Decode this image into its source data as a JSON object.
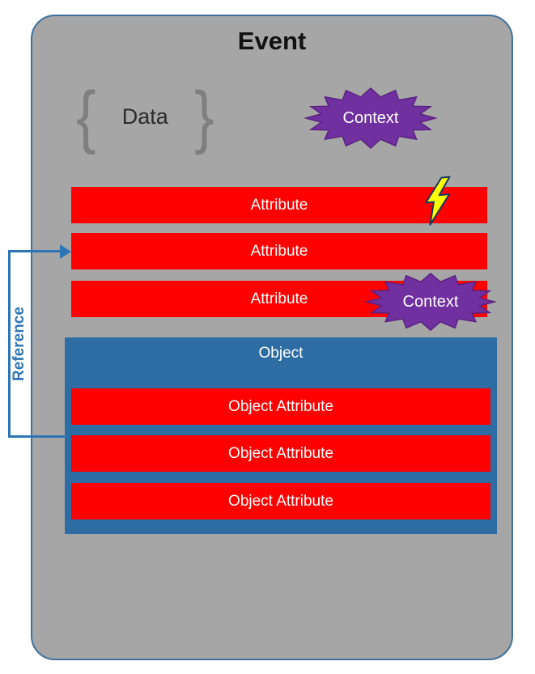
{
  "colors": {
    "event_background": "#a6a6a6",
    "event_border": "#41719c",
    "attribute_red": "#fe0000",
    "object_blue": "#2e6ca4",
    "context_purple": "#7030a0",
    "reference_blue": "#2e75b6",
    "lightning_yellow": "#ffff00"
  },
  "event": {
    "title": "Event",
    "data_label": "Data",
    "brace_left": "{",
    "brace_right": "}"
  },
  "context_badges": [
    {
      "label": "Context"
    },
    {
      "label": "Context"
    }
  ],
  "attributes": [
    {
      "label": "Attribute"
    },
    {
      "label": "Attribute"
    },
    {
      "label": "Attribute"
    }
  ],
  "object": {
    "title": "Object",
    "attributes": [
      {
        "label": "Object Attribute"
      },
      {
        "label": "Object Attribute"
      },
      {
        "label": "Object Attribute"
      }
    ]
  },
  "reference": {
    "label": "Reference"
  }
}
